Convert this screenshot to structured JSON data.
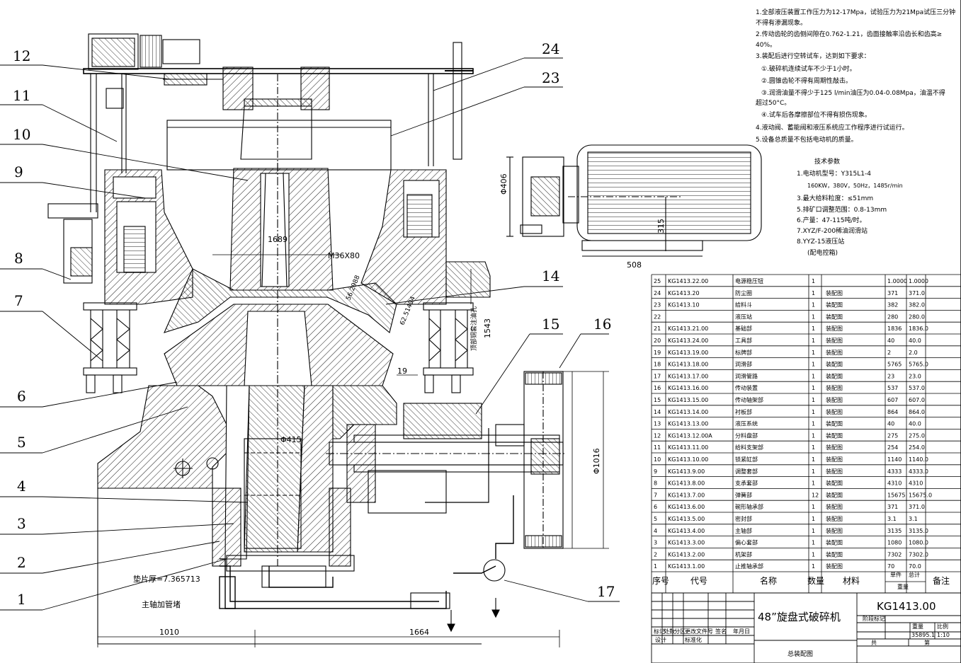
{
  "notes": [
    "1.全部液压装置工作压力为12-17Mpa，试验压力为21Mpa试压三分钟",
    "不得有渗漏现象。",
    "2.传动齿轮的齿侧间隙在0.762-1.21，齿面接触率沿齿长和齿高≥",
    "40%。",
    "3.装配后进行空转试车，达到如下要求：",
    "①.破碎机连续试车不少于1小时。",
    "②.圆锥齿轮不得有周期性敲击。",
    "③.润滑油量不得少于125 l/min油压为0.04-0.08Mpa，油温不得",
    "超过50°C。",
    "④.试车后各摩擦部位不得有损伤现象。",
    "4.液动阀、蓄能阀和液压系统应工作程序进行试运行。",
    "5.设备总质量不包括电动机的质量。"
  ],
  "tech_title": "技术参数",
  "tech": [
    "1.电动机型号：Y315L1-4",
    "160KW，380V，50Hz，1485r/min",
    "3.最大给料粒度：≤51mm",
    "5.排矿口调整范围：0.8-13mm",
    "6.产量：47-115吨/时。",
    "7.XYZ/F-200稀油润滑站",
    "8.YYZ-15液压站",
    "(配电控箱)"
  ],
  "callouts": [
    "12",
    "11",
    "10",
    "9",
    "8",
    "7",
    "6",
    "5",
    "4",
    "3",
    "2",
    "1",
    "24",
    "23",
    "14",
    "15",
    "16",
    "17"
  ],
  "labels": {
    "m36": "M36X80",
    "d1689": "1689",
    "d406": "Φ406",
    "d315": "315",
    "d508": "508",
    "d1543": "1543",
    "d1016": "Φ1016",
    "d415": "Φ415",
    "d19": "19",
    "d1010": "1010",
    "d1664": "1664",
    "pipe_a": "顶部铜套注油孔",
    "shim": "垫片厚=7.365713",
    "tube": "主轴加管堵",
    "ang1": "56.2988",
    "ang2": "62.51494"
  },
  "bom": [
    {
      "no": "25",
      "code": "KG1413.22.00",
      "name": "电源稳压钮",
      "qty": "1",
      "mat": "",
      "unit": "1.0000",
      "total": "1.0000"
    },
    {
      "no": "24",
      "code": "KG1413.20",
      "name": "防尘圈",
      "qty": "1",
      "mat": "装配图",
      "unit": "371",
      "total": "371.0"
    },
    {
      "no": "23",
      "code": "KG1413.10",
      "name": "给料斗",
      "qty": "1",
      "mat": "装配图",
      "unit": "382",
      "total": "382.0"
    },
    {
      "no": "22",
      "code": "",
      "name": "液压站",
      "qty": "1",
      "mat": "装配图",
      "unit": "280",
      "total": "280.0"
    },
    {
      "no": "21",
      "code": "KG1413.21.00",
      "name": "基础部",
      "qty": "1",
      "mat": "装配图",
      "unit": "1836",
      "total": "1836.0"
    },
    {
      "no": "20",
      "code": "KG1413.24.00",
      "name": "工具部",
      "qty": "1",
      "mat": "装配图",
      "unit": "40",
      "total": "40.0"
    },
    {
      "no": "19",
      "code": "KG1413.19.00",
      "name": "标牌部",
      "qty": "1",
      "mat": "装配图",
      "unit": "2",
      "total": "2.0"
    },
    {
      "no": "18",
      "code": "KG1413.18.00",
      "name": "润滑部",
      "qty": "1",
      "mat": "装配图",
      "unit": "5765",
      "total": "5765.0"
    },
    {
      "no": "17",
      "code": "KG1413.17.00",
      "name": "润滑管路",
      "qty": "1",
      "mat": "装配图",
      "unit": "23",
      "total": "23.0"
    },
    {
      "no": "16",
      "code": "KG1413.16.00",
      "name": "传动装置",
      "qty": "1",
      "mat": "装配图",
      "unit": "537",
      "total": "537.0"
    },
    {
      "no": "15",
      "code": "KG1413.15.00",
      "name": "传动轴架部",
      "qty": "1",
      "mat": "装配图",
      "unit": "607",
      "total": "607.0"
    },
    {
      "no": "14",
      "code": "KG1413.14.00",
      "name": "衬板部",
      "qty": "1",
      "mat": "装配图",
      "unit": "864",
      "total": "864.0"
    },
    {
      "no": "13",
      "code": "KG1413.13.00",
      "name": "液压系统",
      "qty": "1",
      "mat": "装配图",
      "unit": "40",
      "total": "40.0"
    },
    {
      "no": "12",
      "code": "KG1413.12.00A",
      "name": "分料盘部",
      "qty": "1",
      "mat": "装配图",
      "unit": "275",
      "total": "275.0"
    },
    {
      "no": "11",
      "code": "KG1413.11.00",
      "name": "给料支架部",
      "qty": "1",
      "mat": "装配图",
      "unit": "254",
      "total": "254.0"
    },
    {
      "no": "10",
      "code": "KG1413.10.00",
      "name": "锁紧缸部",
      "qty": "1",
      "mat": "装配图",
      "unit": "1140",
      "total": "1140.0"
    },
    {
      "no": "9",
      "code": "KG1413.9.00",
      "name": "调整套部",
      "qty": "1",
      "mat": "装配图",
      "unit": "4333",
      "total": "4333.0"
    },
    {
      "no": "8",
      "code": "KG1413.8.00",
      "name": "支承套部",
      "qty": "1",
      "mat": "装配图",
      "unit": "4310",
      "total": "4310"
    },
    {
      "no": "7",
      "code": "KG1413.7.00",
      "name": "弹簧部",
      "qty": "12",
      "mat": "装配图",
      "unit": "15675",
      "total": "15675.0"
    },
    {
      "no": "6",
      "code": "KG1413.6.00",
      "name": "碗形轴承部",
      "qty": "1",
      "mat": "装配图",
      "unit": "371",
      "total": "371.0"
    },
    {
      "no": "5",
      "code": "KG1413.5.00",
      "name": "密封部",
      "qty": "1",
      "mat": "装配图",
      "unit": "3.1",
      "total": "3.1"
    },
    {
      "no": "4",
      "code": "KG1413.4.00",
      "name": "主轴部",
      "qty": "1",
      "mat": "装配图",
      "unit": "3135",
      "total": "3135.0"
    },
    {
      "no": "3",
      "code": "KG1413.3.00",
      "name": "偏心套部",
      "qty": "1",
      "mat": "装配图",
      "unit": "1080",
      "total": "1080.0"
    },
    {
      "no": "2",
      "code": "KG1413.2.00",
      "name": "机架部",
      "qty": "1",
      "mat": "装配图",
      "unit": "7302",
      "total": "7302.0"
    },
    {
      "no": "1",
      "code": "KG1413.1.00",
      "name": "止推轴承部",
      "qty": "1",
      "mat": "装配图",
      "unit": "70",
      "total": "70.0"
    }
  ],
  "bom_head": {
    "no": "序号",
    "code": "代号",
    "name": "名称",
    "qty": "数量",
    "mat": "材料",
    "unit": "单件",
    "total": "总计",
    "weight": "重量",
    "remark": "备注"
  },
  "title_block": {
    "title": "48”旋盘式破碎机",
    "drawing_no": "KG1413.00",
    "subtitle": "总装配图",
    "scale": "1:10",
    "weight": "35895.1",
    "r_mark": "标记",
    "r_count": "处数",
    "r_zone": "分区",
    "r_doc": "更改文件号",
    "r_sign": "签名",
    "r_date": "年月日",
    "r_design": "设计",
    "r_std": "标准化",
    "r_stage": "阶段标记",
    "r_wt": "重量",
    "r_scale": "比例",
    "r_sheet": "共",
    "r_page": "第"
  }
}
